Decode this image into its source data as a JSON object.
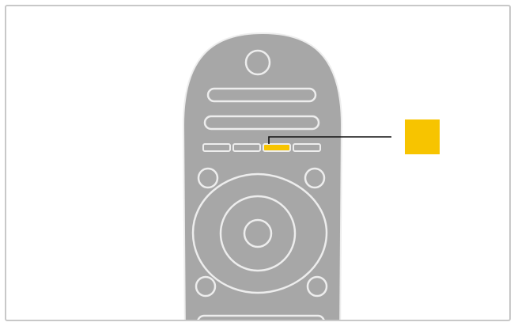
{
  "diagram": {
    "subject": "remote control",
    "highlighted_key": "yellow",
    "colors": {
      "remote_body": "#a7a7a7",
      "remote_outline": "#ededed",
      "highlight": "#f7c400",
      "callout_line": "#111111",
      "frame_border": "#c8c8c8",
      "background": "#ffffff"
    },
    "color_keys": [
      {
        "name": "red",
        "highlighted": false
      },
      {
        "name": "green",
        "highlighted": false
      },
      {
        "name": "yellow",
        "highlighted": true
      },
      {
        "name": "blue",
        "highlighted": false
      }
    ],
    "icons": {
      "callout": "yellow-square-marker",
      "navigation": "d-pad-icon",
      "ok": "ok-button-icon",
      "top": "round-button-icon"
    }
  }
}
